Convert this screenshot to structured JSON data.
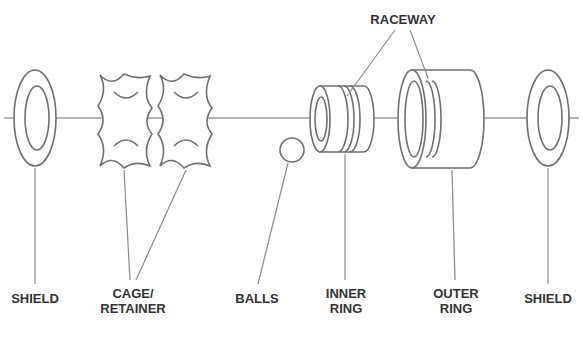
{
  "diagram": {
    "labels": [
      "RACEWAY",
      "SHIELD",
      "CAGE/ RETAINER",
      "BALLS",
      "INNER RING",
      "OUTER RING",
      "SHIELD"
    ]
  }
}
